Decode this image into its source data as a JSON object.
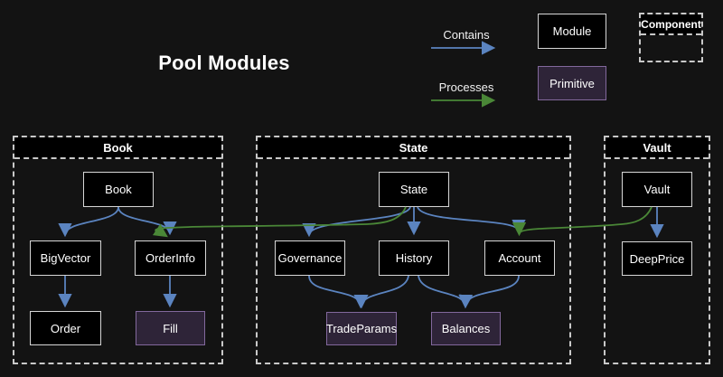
{
  "title": "Pool Modules",
  "legend": {
    "contains_label": "Contains",
    "processes_label": "Processes",
    "module_label": "Module",
    "primitive_label": "Primitive",
    "component_label": "Component"
  },
  "clusters": {
    "book": {
      "title": "Book"
    },
    "state": {
      "title": "State"
    },
    "vault": {
      "title": "Vault"
    }
  },
  "nodes": {
    "book": "Book",
    "bigvector": "BigVector",
    "orderinfo": "OrderInfo",
    "order": "Order",
    "fill": "Fill",
    "state": "State",
    "governance": "Governance",
    "history": "History",
    "account": "Account",
    "tradeparams": "TradeParams",
    "balances": "Balances",
    "vault": "Vault",
    "deepprice": "DeepPrice"
  },
  "graph": {
    "contains_edges": [
      [
        "Book",
        "BigVector"
      ],
      [
        "Book",
        "OrderInfo"
      ],
      [
        "BigVector",
        "Order"
      ],
      [
        "OrderInfo",
        "Fill"
      ],
      [
        "State",
        "Governance"
      ],
      [
        "State",
        "History"
      ],
      [
        "State",
        "Account"
      ],
      [
        "Governance",
        "TradeParams"
      ],
      [
        "History",
        "TradeParams"
      ],
      [
        "History",
        "Balances"
      ],
      [
        "Account",
        "Balances"
      ],
      [
        "Vault",
        "DeepPrice"
      ]
    ],
    "processes_edges": [
      [
        "State",
        "OrderInfo"
      ],
      [
        "Vault",
        "Account"
      ]
    ]
  },
  "colors": {
    "background": "#131313",
    "module_fill": "#000000",
    "module_border": "#d6d6d6",
    "primitive_fill": "#2e2438",
    "primitive_border": "#82689c",
    "contains_arrow": "#5b84c0",
    "processes_arrow": "#4a8737",
    "cluster_border": "#c9c9c9",
    "text": "#ffffff"
  }
}
